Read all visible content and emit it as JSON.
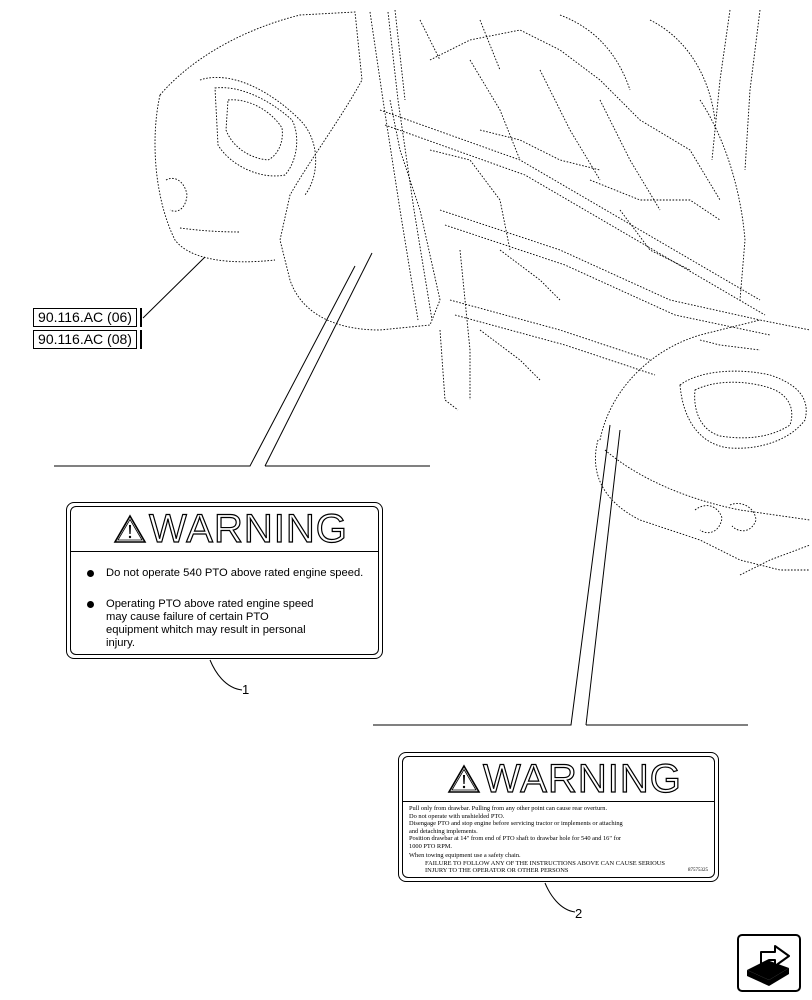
{
  "references": [
    "90.116.AC (06)",
    "90.116.AC (08)"
  ],
  "callouts": [
    "1",
    "2"
  ],
  "decal_1": {
    "title": "WARNING",
    "bullets": [
      "Do not operate 540 PTO above rated engine speed.",
      "Operating PTO above rated engine speed may cause failure of certain PTO equipment whitch may result in personal injury."
    ]
  },
  "decal_2": {
    "title": "WARNING",
    "lines": [
      "Pull only from drawbar. Pulling from any other point can cause rear overturn.",
      "Do not operate with unshielded PTO.",
      "Disengage PTO and stop engine before servicing tractor or implements or attaching",
      "and detaching implements.",
      "Position drawbar at 14\" from end of PTO shaft to drawbar hole for 540 and 16\" for",
      "1000 PTO RPM.",
      "When towing equipment use a safety chain.",
      "FAILURE TO FOLLOW ANY OF THE INSTRUCTIONS ABOVE CAN CAUSE SERIOUS",
      "INJURY TO THE OPERATOR OR OTHER PERSONS"
    ],
    "part_code": "87575325"
  },
  "nav": {
    "icon": "next-page-arrow-icon"
  }
}
